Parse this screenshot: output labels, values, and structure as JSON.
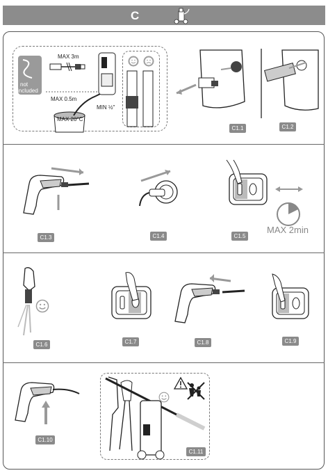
{
  "header": {
    "section_letter": "C"
  },
  "step_labels": {
    "c1_1": "C1.1",
    "c1_2": "C1.2",
    "c1_3": "C1.3",
    "c1_4": "C1.4",
    "c1_5": "C1.5",
    "c1_6": "C1.6",
    "c1_7": "C1.7",
    "c1_8": "C1.8",
    "c1_9": "C1.9",
    "c1_10": "C1.10",
    "c1_11": "C1.11"
  },
  "step1": {
    "hose_max_length": "MAX 3m",
    "not_included_line1": "not",
    "not_included_line2": "included",
    "max_height": "MAX 0.5m",
    "max_temp": "MAX 20°C",
    "min_diameter": "MIN ½\""
  },
  "step5": {
    "max_time": "MAX 2min"
  },
  "icons": [
    "sprayer-icon",
    "smiley-happy-icon",
    "smiley-sad-icon",
    "warning-icon",
    "no-people-icon",
    "clock-icon"
  ]
}
